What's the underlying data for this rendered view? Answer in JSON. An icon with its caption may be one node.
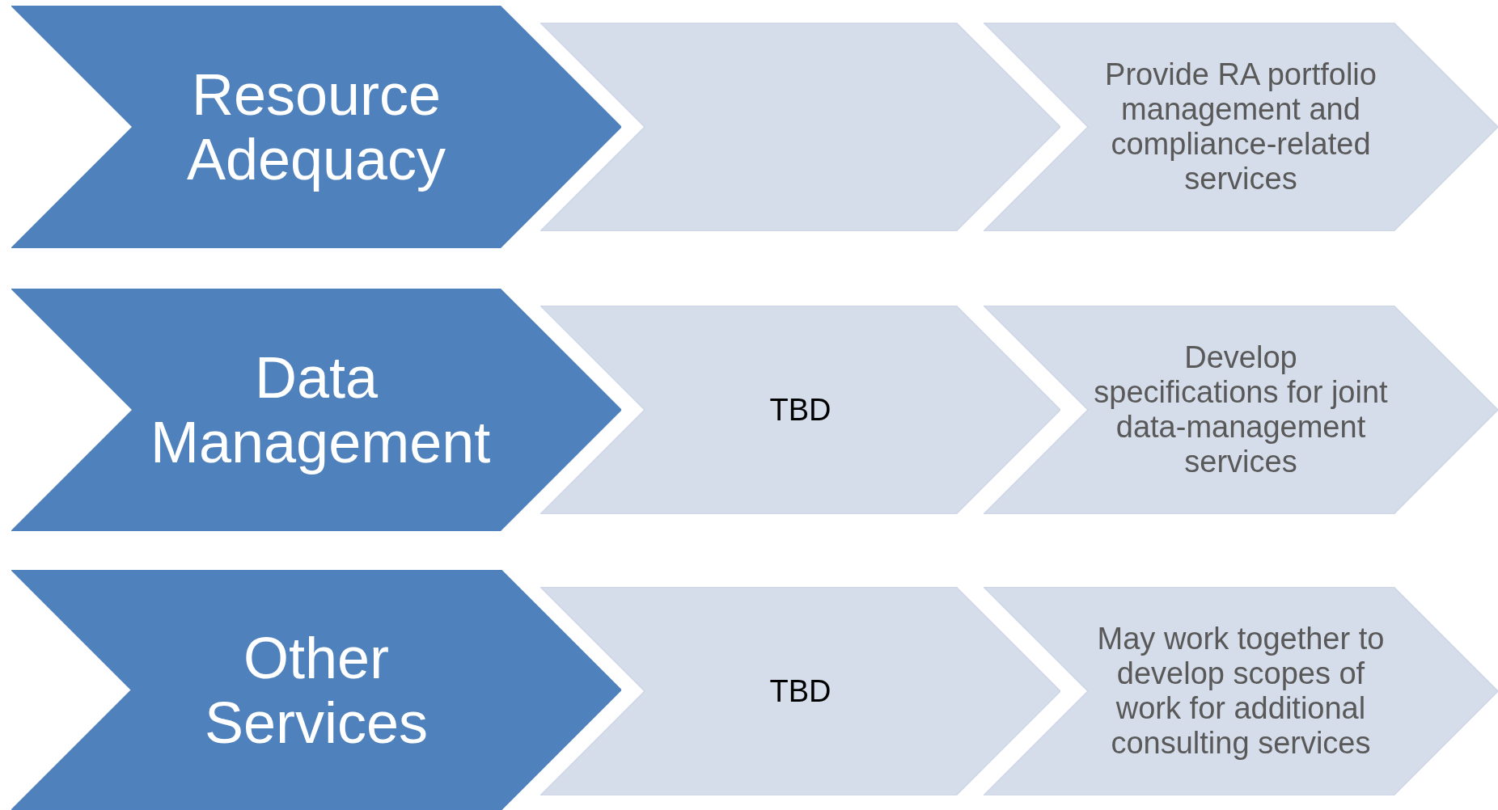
{
  "diagram": {
    "nodes": [
      {
        "text": [
          "Resource Adequacy"
        ]
      },
      {
        "text": [],
        "shape": "chevron"
      },
      {
        "text": [
          "Provide RA portfolio management and compliance-related services"
        ]
      },
      {
        "text": [
          "Data Management"
        ]
      },
      {
        "text": [
          "TBD"
        ]
      },
      {
        "text": [
          "Develop specifications for joint data-management services"
        ]
      },
      {
        "text": [
          "Other Services"
        ]
      },
      {
        "text": [
          "TBD"
        ]
      },
      {
        "text": [
          "May work together to develop scopes of work for additional consulting services"
        ]
      }
    ]
  }
}
